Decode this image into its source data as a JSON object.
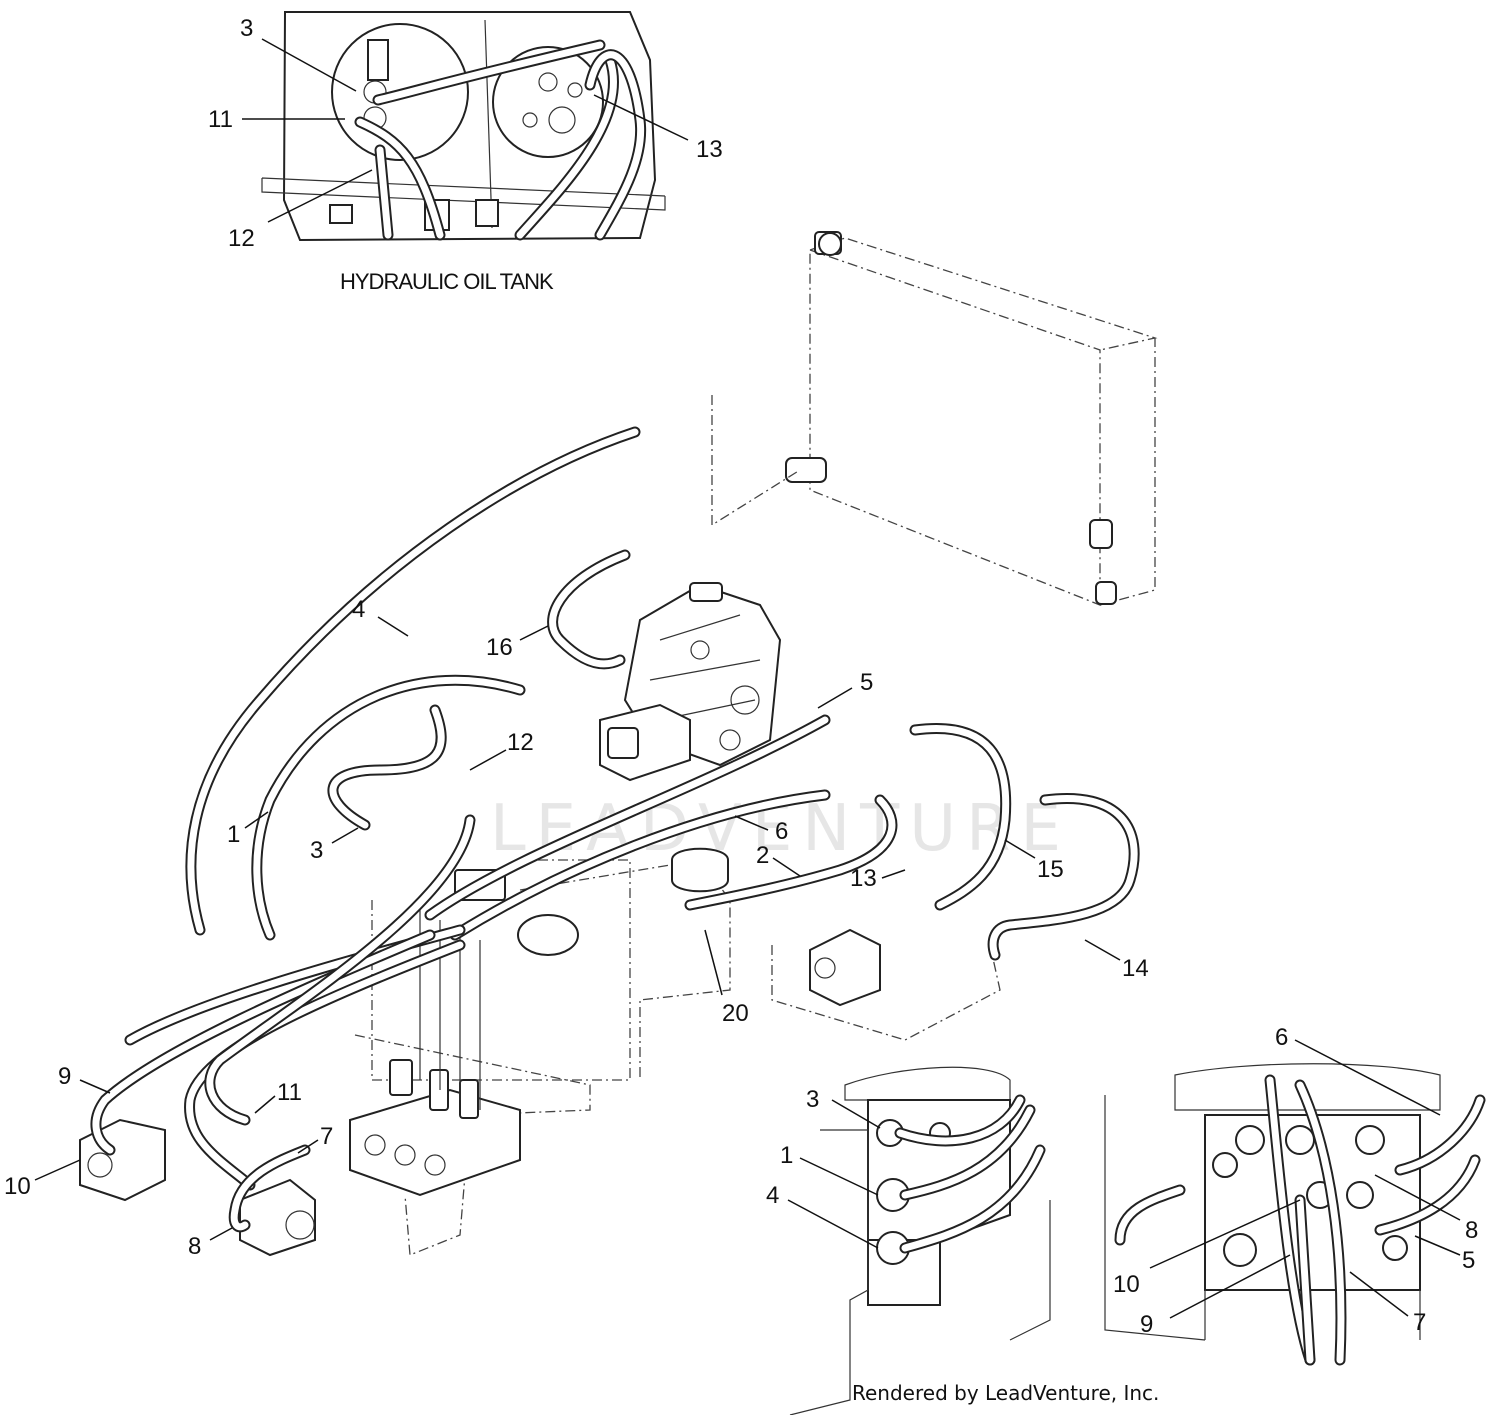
{
  "tank_caption": "HYDRAULIC OIL TANK",
  "credit": "Rendered by LeadVenture, Inc.",
  "watermark": "LEADVENTURE",
  "callouts": {
    "tank_3": "3",
    "tank_11": "11",
    "tank_12": "12",
    "tank_13": "13",
    "main_4": "4",
    "main_16": "16",
    "main_5": "5",
    "main_12": "12",
    "main_1": "1",
    "main_3": "3",
    "main_6": "6",
    "main_2": "2",
    "main_13": "13",
    "main_15": "15",
    "main_14": "14",
    "main_20": "20",
    "main_9": "9",
    "main_10": "10",
    "main_11": "11",
    "main_7": "7",
    "main_8": "8",
    "detail_a_3": "3",
    "detail_a_1": "1",
    "detail_a_4": "4",
    "detail_b_6": "6",
    "detail_b_8": "8",
    "detail_b_5": "5",
    "detail_b_10": "10",
    "detail_b_9": "9",
    "detail_b_7": "7"
  }
}
